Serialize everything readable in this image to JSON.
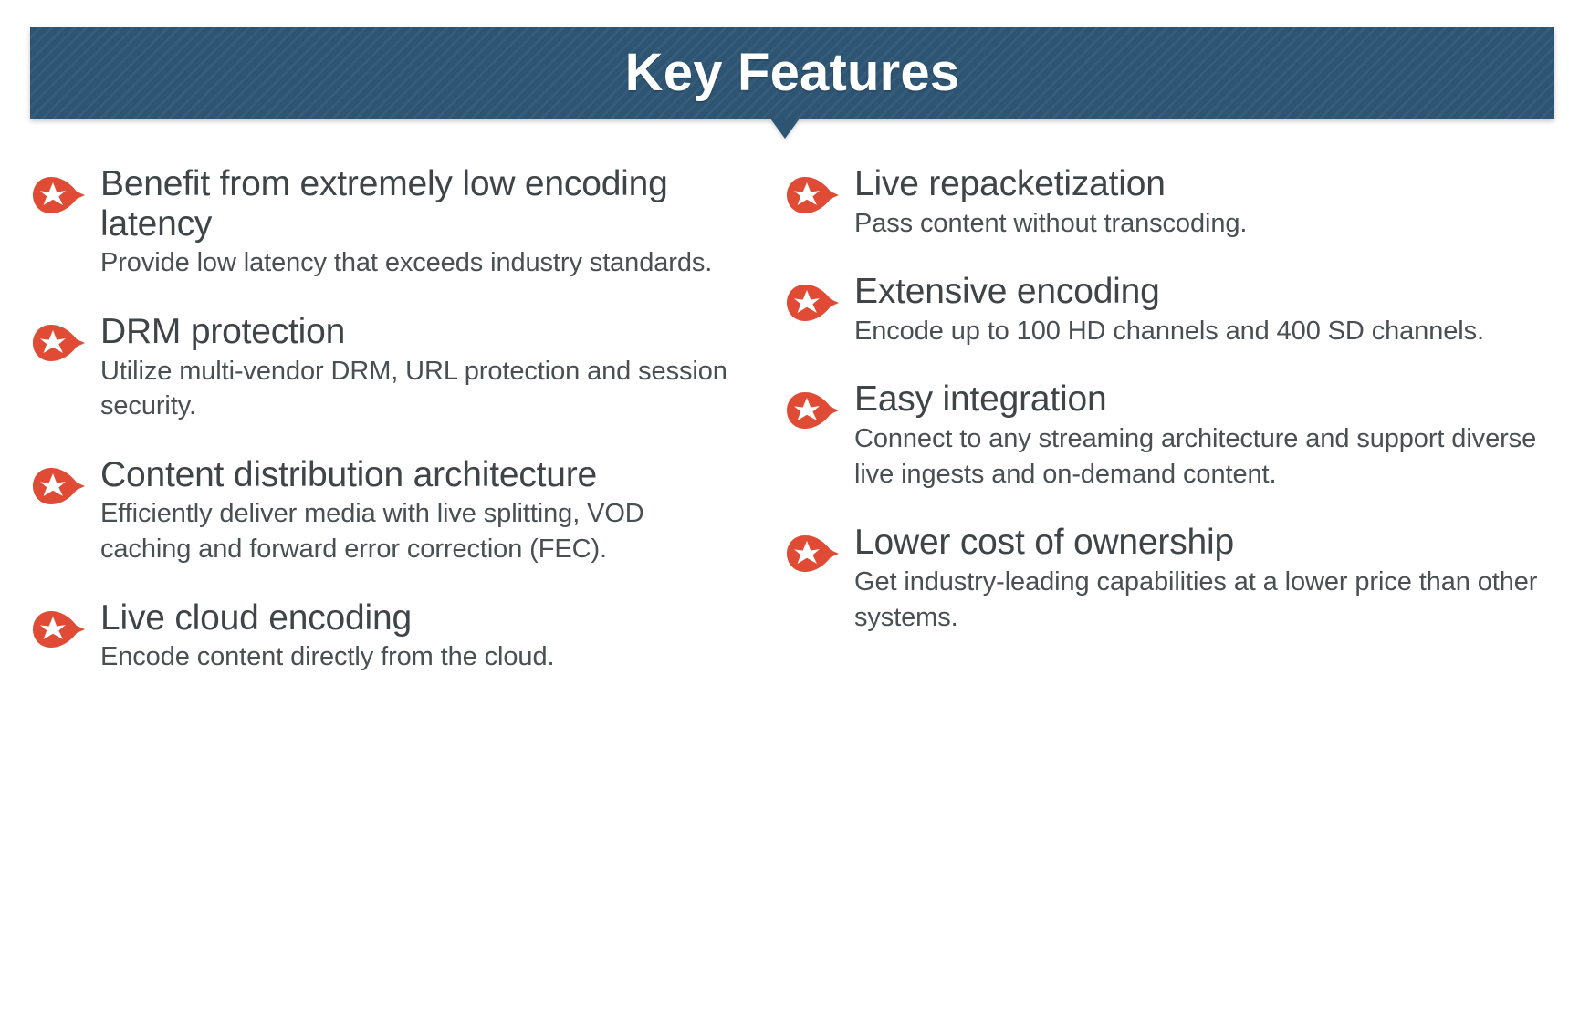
{
  "header": {
    "title": "Key Features",
    "background_color": "#2d5573",
    "text_color": "#ffffff"
  },
  "theme": {
    "bullet_color": "#e04b35",
    "bullet_star_color": "#ffffff",
    "title_text_color": "#3f4547",
    "body_text_color": "#4a4f52",
    "page_background": "#ffffff"
  },
  "columns": {
    "left": {
      "items": [
        {
          "icon": "star-pin-icon",
          "title": "Benefit from extremely low encoding latency",
          "description": "Provide low latency that exceeds industry standards."
        },
        {
          "icon": "star-pin-icon",
          "title": "DRM protection",
          "description": "Utilize multi-vendor DRM, URL protection and session security."
        },
        {
          "icon": "star-pin-icon",
          "title": "Content distribution architecture",
          "description": "Efficiently deliver media with live splitting, VOD caching and forward error correction (FEC)."
        },
        {
          "icon": "star-pin-icon",
          "title": "Live cloud encoding",
          "description": "Encode content directly from the cloud."
        }
      ]
    },
    "right": {
      "items": [
        {
          "icon": "star-pin-icon",
          "title": "Live repacketization",
          "description": "Pass content without transcoding."
        },
        {
          "icon": "star-pin-icon",
          "title": "Extensive encoding",
          "description": "Encode up to 100 HD channels and 400 SD channels."
        },
        {
          "icon": "star-pin-icon",
          "title": "Easy integration",
          "description": "Connect to any streaming architecture and support diverse live ingests and on-demand content."
        },
        {
          "icon": "star-pin-icon",
          "title": "Lower cost of ownership",
          "description": "Get industry-leading capabilities at a lower price than other systems."
        }
      ]
    }
  }
}
